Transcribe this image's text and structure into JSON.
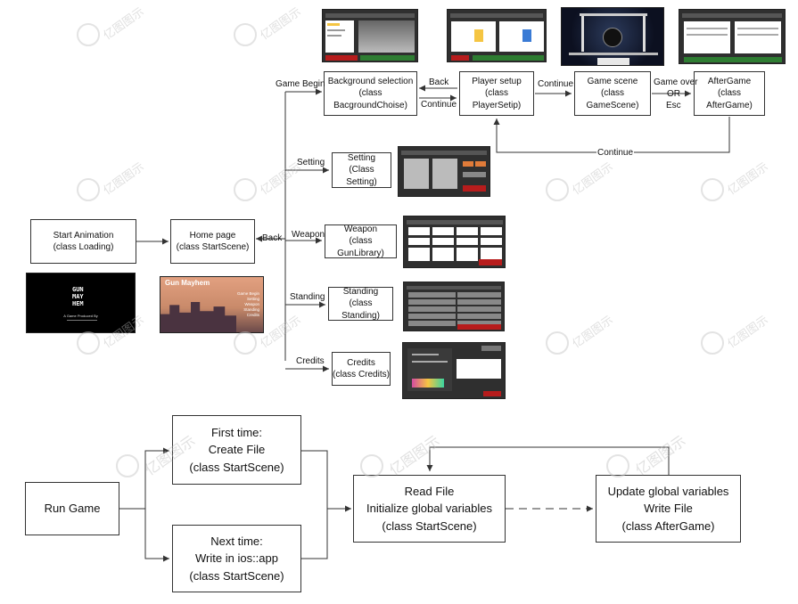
{
  "flow": {
    "start_animation": {
      "line1": "Start Animation",
      "line2": "(class Loading)"
    },
    "home_page": {
      "line1": "Home page",
      "line2": "(class StartScene)"
    },
    "background_selection": {
      "line1": "Background selection",
      "line2": "(class BacgroundChoise)"
    },
    "player_setup": {
      "line1": "Player setup",
      "line2": "(class PlayerSetip)"
    },
    "game_scene": {
      "line1": "Game scene",
      "line2": "(class GameScene)"
    },
    "after_game": {
      "line1": "AfterGame",
      "line2": "(class AfterGame)"
    },
    "setting": {
      "line1": "Setting",
      "line2": "(Class Setting)"
    },
    "weapon": {
      "line1": "Weapon",
      "line2": "(class GunLibrary)"
    },
    "standing": {
      "line1": "Standing",
      "line2": "(class Standing)"
    },
    "credits": {
      "line1": "Credits",
      "line2": "(class Credits)"
    }
  },
  "edge_labels": {
    "game_begin": "Game Begin",
    "back_top": "Back",
    "continue_bs": "Continue",
    "continue_ps": "Continue",
    "game_over": "Game over",
    "or": "OR",
    "esc": "Esc",
    "continue_loop": "Continue",
    "setting": "Setting",
    "back_home": "Back",
    "weapon": "Weapon",
    "standing": "Standing",
    "credits": "Credits"
  },
  "game_logo": {
    "line1": "GUN",
    "line2": "MAY",
    "line3": "HEM",
    "tagline": "A Game Produced By"
  },
  "home_preview": {
    "title": "Gun Mayhem",
    "menu": [
      "Game Begin",
      "Setting",
      "Weapon",
      "Standing",
      "Credits"
    ]
  },
  "storage": {
    "run_game": "Run Game",
    "first_time": {
      "line1": "First time:",
      "line2": "Create File",
      "line3": "(class StartScene)"
    },
    "next_time": {
      "line1": "Next time:",
      "line2": "Write in ios::app",
      "line3": "(class StartScene)"
    },
    "read_file": {
      "line1": "Read File",
      "line2": "Initialize global variables",
      "line3": "(class StartScene)"
    },
    "update_file": {
      "line1": "Update global variables",
      "line2": "Write File",
      "line3": "(class AfterGame)"
    }
  },
  "watermark": {
    "text": "亿图图示"
  },
  "colors": {
    "line": "#333333",
    "screen_dark": "#2f2f2f",
    "screen_red": "#b71c1c",
    "screen_green": "#2e7d32",
    "home_bg": "#c98a6a"
  }
}
